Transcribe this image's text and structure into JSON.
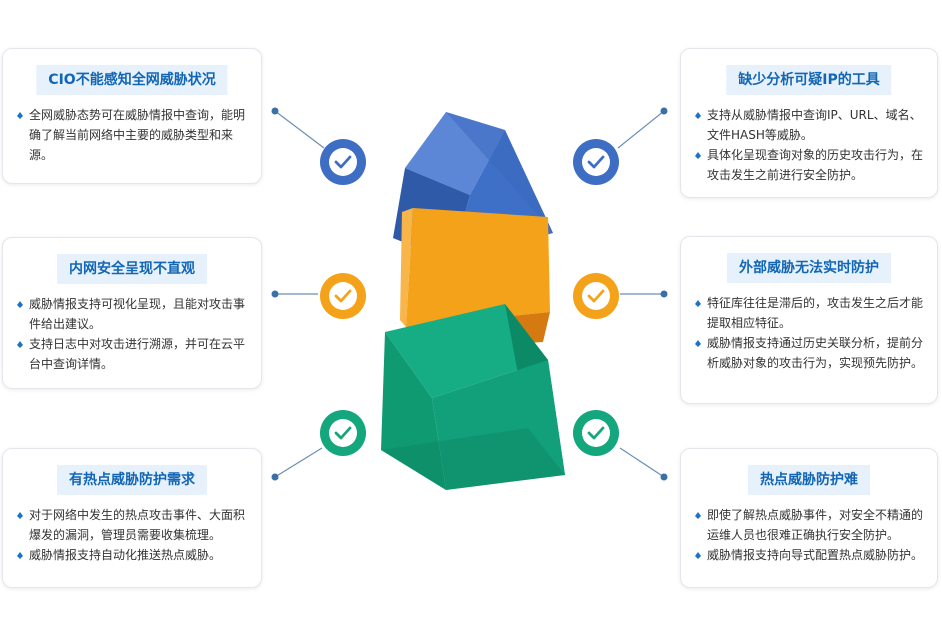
{
  "colors": {
    "blue": "#3d6ec4",
    "orange": "#f5a21b",
    "green": "#14a67d",
    "title_bg": "#e6f1fb",
    "title_text": "#1366b5",
    "connector": "#6a8fb3"
  },
  "cards": [
    {
      "title": "CIO不能感知全网威胁状况",
      "bullets": [
        "全网威胁态势可在威胁情报中查询，能明确了解当前网络中主要的威胁类型和来源。"
      ]
    },
    {
      "title": "内网安全呈现不直观",
      "bullets": [
        "威胁情报支持可视化呈现，且能对攻击事件给出建议。",
        "支持日志中对攻击进行溯源，并可在云平台中查询详情。"
      ]
    },
    {
      "title": "有热点威胁防护需求",
      "bullets": [
        "对于网络中发生的热点攻击事件、大面积爆发的漏洞，管理员需要收集梳理。",
        "威胁情报支持自动化推送热点威胁。"
      ]
    },
    {
      "title": "缺少分析可疑IP的工具",
      "bullets": [
        "支持从威胁情报中查询IP、URL、域名、文件HASH等威胁。",
        "具体化呈现查询对象的历史攻击行为，在攻击发生之前进行安全防护。"
      ]
    },
    {
      "title": "外部威胁无法实时防护",
      "bullets": [
        "特征库往往是滞后的，攻击发生之后才能提取相应特征。",
        "威胁情报支持通过历史关联分析，提前分析威胁对象的攻击行为，实现预先防护。"
      ]
    },
    {
      "title": "热点威胁防护难",
      "bullets": [
        "即使了解热点威胁事件，对安全不精通的运维人员也很难正确执行安全防护。",
        "威胁情报支持向导式配置热点威胁防护。"
      ]
    }
  ],
  "check_icons": [
    "blue",
    "orange",
    "green",
    "blue",
    "orange",
    "green"
  ]
}
